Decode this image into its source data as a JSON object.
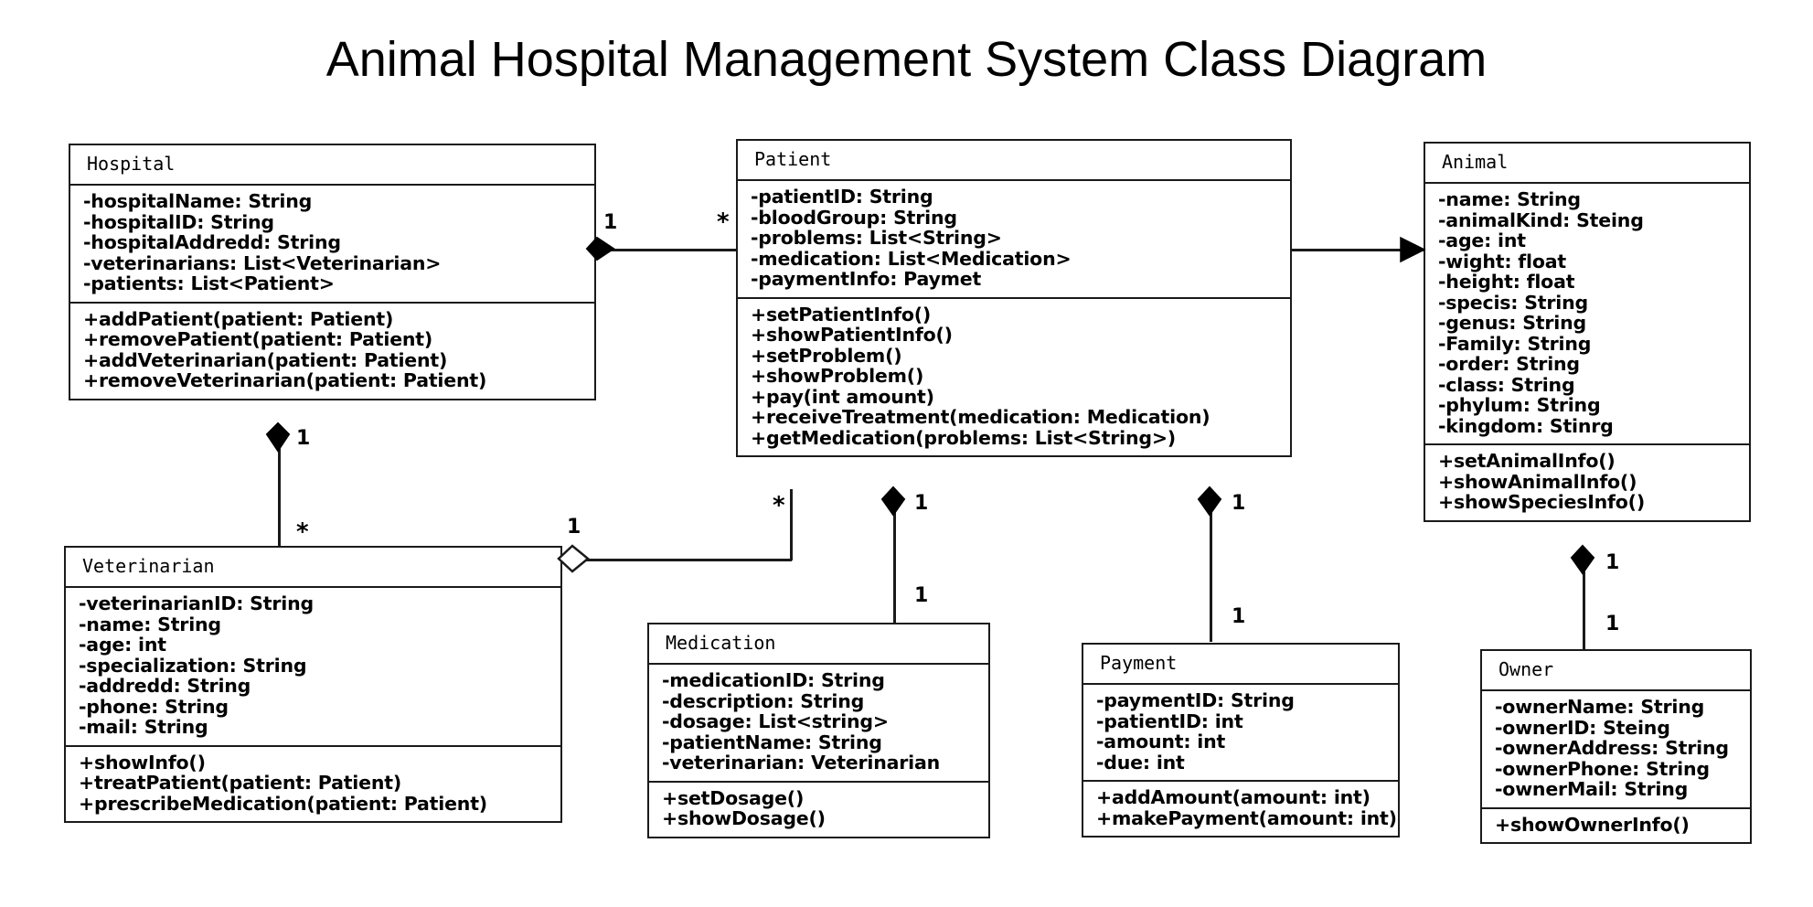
{
  "title": "Animal Hospital Management System Class Diagram",
  "classes": {
    "hospital": {
      "name": "Hospital",
      "attributes": [
        "-hospitalName: String",
        "-hospitalID: String",
        "-hospitalAddredd: String",
        "-veterinarians: List<Veterinarian>",
        "-patients: List<Patient>"
      ],
      "methods": [
        "+addPatient(patient: Patient)",
        "+removePatient(patient: Patient)",
        "+addVeterinarian(patient: Patient)",
        "+removeVeterinarian(patient: Patient)"
      ]
    },
    "patient": {
      "name": "Patient",
      "attributes": [
        "-patientID: String",
        "-bloodGroup: String",
        "-problems: List<String>",
        "-medication: List<Medication>",
        "-paymentInfo: Paymet"
      ],
      "methods": [
        "+setPatientInfo()",
        "+showPatientInfo()",
        "+setProblem()",
        "+showProblem()",
        "+pay(int amount)",
        "+receiveTreatment(medication: Medication)",
        "+getMedication(problems: List<String>)"
      ]
    },
    "animal": {
      "name": "Animal",
      "attributes": [
        "-name: String",
        "-animalKind: Steing",
        "-age: int",
        "-wight: float",
        "-height: float",
        "-specis: String",
        "-genus: String",
        "-Family: String",
        "-order: String",
        "-class: String",
        "-phylum: String",
        "-kingdom: Stinrg"
      ],
      "methods": [
        "+setAnimalInfo()",
        "+showAnimalInfo()",
        "+showSpeciesInfo()"
      ]
    },
    "veterinarian": {
      "name": "Veterinarian",
      "attributes": [
        "-veterinarianID: String",
        "-name: String",
        "-age: int",
        "-specialization: String",
        "-addredd: String",
        "-phone: String",
        "-mail: String"
      ],
      "methods": [
        "+showInfo()",
        "+treatPatient(patient: Patient)",
        "+prescribeMedication(patient: Patient)"
      ]
    },
    "medication": {
      "name": "Medication",
      "attributes": [
        "-medicationID: String",
        "-description: String",
        "-dosage: List<string>",
        "-patientName: String",
        "-veterinarian: Veterinarian"
      ],
      "methods": [
        "+setDosage()",
        "+showDosage()"
      ]
    },
    "payment": {
      "name": "Payment",
      "attributes": [
        "-paymentID: String",
        "-patientID: int",
        "-amount: int",
        "-due: int"
      ],
      "methods": [
        "+addAmount(amount: int)",
        "+makePayment(amount: int)"
      ]
    },
    "owner": {
      "name": "Owner",
      "attributes": [
        "-ownerName: String",
        "-ownerID: Steing",
        "-ownerAddress: String",
        "-ownerPhone: String",
        "-ownerMail: String"
      ],
      "methods": [
        "+showOwnerInfo()"
      ]
    }
  },
  "multiplicities": {
    "hospital_patient_src": "1",
    "hospital_patient_dst": "*",
    "hospital_vet_src": "1",
    "hospital_vet_dst": "*",
    "patient_vet_src": "*",
    "patient_vet_dst": "1",
    "patient_medication_src": "1",
    "patient_medication_dst": "1",
    "patient_payment_src": "1",
    "patient_payment_dst": "1",
    "animal_owner_src": "1",
    "animal_owner_dst": "1"
  },
  "colors": {
    "stroke": "#1a1a1a",
    "fill": "#ffffff",
    "text": "#000000"
  }
}
